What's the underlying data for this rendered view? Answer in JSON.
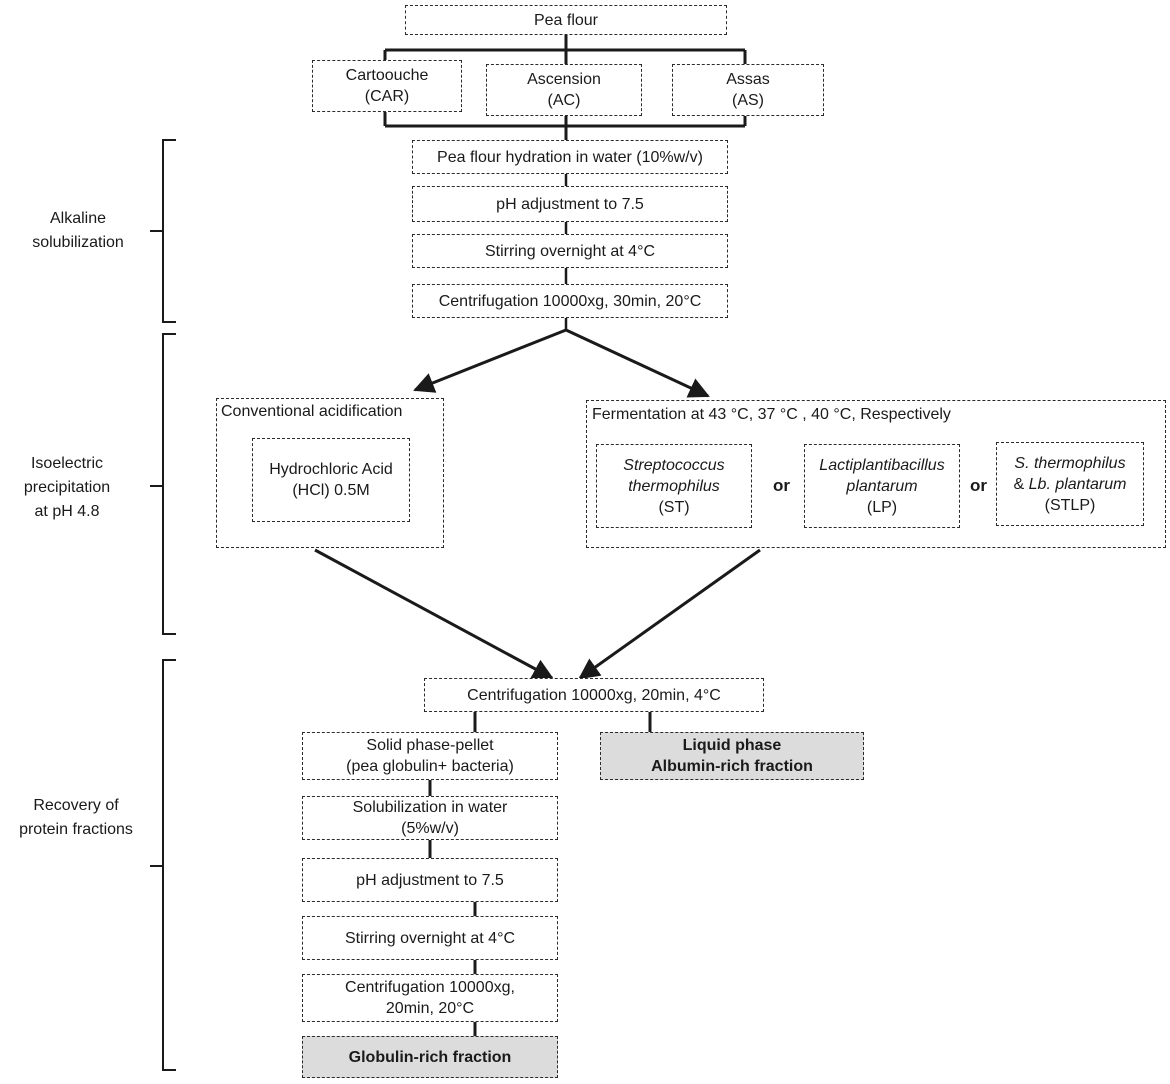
{
  "pea_flour": "Pea flour",
  "varieties": [
    {
      "name": "Cartoouche",
      "code": "(CAR)"
    },
    {
      "name": "Ascension",
      "code": "(AC)"
    },
    {
      "name": "Assas",
      "code": "(AS)"
    }
  ],
  "stages": {
    "alkaline": [
      "Alkaline",
      "solubilization"
    ],
    "isoelectric": [
      "Isoelectric",
      "precipitation",
      "at pH 4.8"
    ],
    "recovery": [
      "Recovery of",
      "protein fractions"
    ]
  },
  "alkaline_steps": [
    "Pea flour hydration in water (10%w/v)",
    "pH adjustment to 7.5",
    "Stirring overnight at 4°C",
    "Centrifugation 10000xg, 30min, 20°C"
  ],
  "conventional": {
    "title": "Conventional acidification",
    "acid": [
      "Hydrochloric Acid",
      "(HCl) 0.5M"
    ]
  },
  "fermentation": {
    "title": "Fermentation at 43 °C, 37 °C , 40 °C, Respectively",
    "or": "or",
    "strains": {
      "st": {
        "line1": "Streptococcus",
        "line2": "thermophilus",
        "code": "(ST)"
      },
      "lp": {
        "line1": "Lactiplantibacillus",
        "line2": "plantarum",
        "code": "(LP)"
      },
      "stlp": {
        "line1": "S. thermophilus",
        "line2_pre": "& ",
        "line2": "Lb. plantarum",
        "code": "(STLP)"
      }
    }
  },
  "centrifugation_2": "Centrifugation 10000xg, 20min, 4°C",
  "solid_phase": [
    "Solid phase-pellet",
    "(pea globulin+ bacteria)"
  ],
  "liquid_phase": [
    "Liquid phase",
    "Albumin-rich fraction"
  ],
  "recovery_steps": {
    "solubilization": [
      "Solubilization in water",
      "(5%w/v)"
    ],
    "ph": "pH adjustment to 7.5",
    "stirring": "Stirring overnight at 4°C",
    "centrifugation": [
      "Centrifugation 10000xg,",
      "20min, 20°C"
    ]
  },
  "globulin": "Globulin-rich fraction",
  "colors": {
    "line": "#1a1a1a",
    "border": "#2b2b2b",
    "highlight_fill": "#dcdcdc"
  }
}
